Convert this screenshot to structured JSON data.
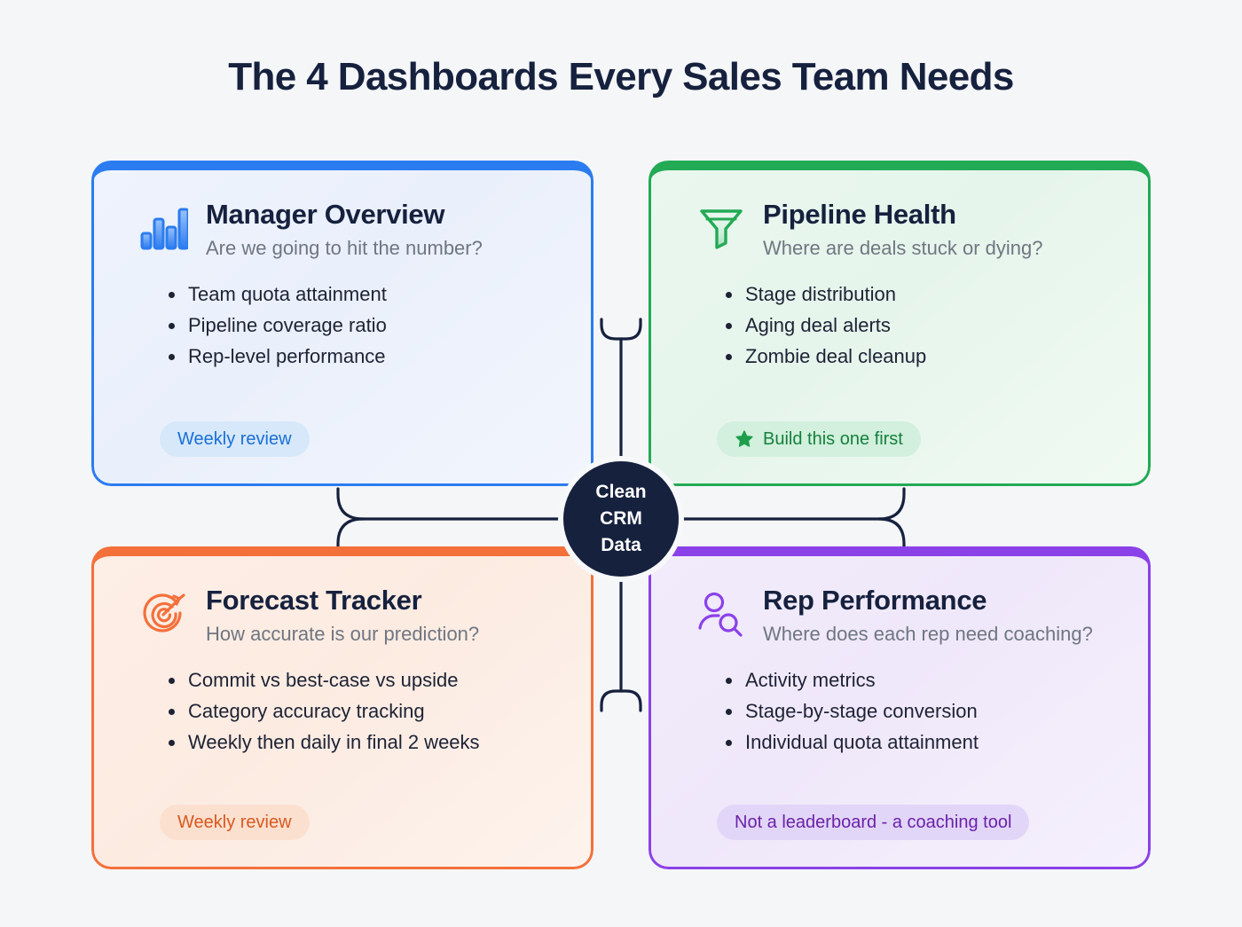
{
  "page": {
    "title": "The 4 Dashboards Every Sales Team Needs",
    "background_color": "#f4f6f8",
    "title_color": "#16213e"
  },
  "hub": {
    "name": "clean-crm-data-hub",
    "lines": [
      "Clean",
      "CRM",
      "Data"
    ],
    "background_color": "#16213e",
    "text_color": "#ffffff"
  },
  "cards": [
    {
      "id": "manager-overview",
      "title": "Manager Overview",
      "subtitle": "Are we going to hit the number?",
      "icon": "bar-chart-icon",
      "accent_color": "#2b7cf0",
      "items": [
        "Team quota attainment",
        "Pipeline coverage ratio",
        "Rep-level performance"
      ],
      "badge": {
        "label": "Weekly review",
        "icon": null
      }
    },
    {
      "id": "pipeline-health",
      "title": "Pipeline Health",
      "subtitle": "Where are deals stuck or dying?",
      "icon": "funnel-icon",
      "accent_color": "#22aa55",
      "items": [
        "Stage distribution",
        "Aging deal alerts",
        "Zombie deal cleanup"
      ],
      "badge": {
        "label": "Build this one first",
        "icon": "star-icon"
      }
    },
    {
      "id": "forecast-tracker",
      "title": "Forecast Tracker",
      "subtitle": "How accurate is our prediction?",
      "icon": "target-icon",
      "accent_color": "#f4703a",
      "items": [
        "Commit vs best-case vs upside",
        "Category accuracy tracking",
        "Weekly then daily in final 2 weeks"
      ],
      "badge": {
        "label": "Weekly review",
        "icon": null
      }
    },
    {
      "id": "rep-performance",
      "title": "Rep Performance",
      "subtitle": "Where does each rep need coaching?",
      "icon": "person-search-icon",
      "accent_color": "#8b41e8",
      "items": [
        "Activity metrics",
        "Stage-by-stage conversion",
        "Individual quota attainment"
      ],
      "badge": {
        "label": "Not a leaderboard - a coaching tool",
        "icon": null
      }
    }
  ],
  "connectors": {
    "stroke_color": "#16213e",
    "description": "Each card connects to the central hub via rounded elbow lines"
  }
}
